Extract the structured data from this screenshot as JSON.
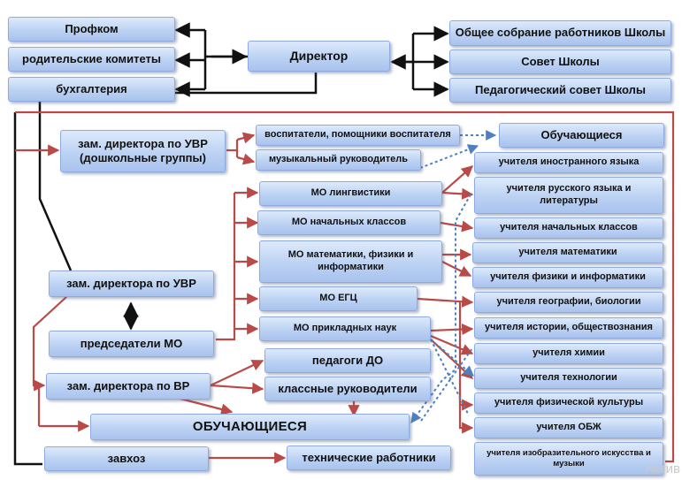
{
  "nodes": {
    "profkom": "Профком",
    "parent_committees": "родительские комитеты",
    "accounting": "бухгалтерия",
    "director": "Директор",
    "general_meeting": "Общее собрание работников Школы",
    "school_council": "Совет Школы",
    "pedagogical_council": "Педагогический совет Школы",
    "deputy_uvr_preschool": "зам. директора по УВР (дошкольные группы)",
    "caregivers": "воспитатели, помощники воспитателя",
    "music_director": "музыкальный руководитель",
    "students_top": "Обучающиеся",
    "mo_linguistics": "МО лингвистики",
    "mo_primary": "МО начальных классов",
    "mo_math": "МО математики, физики и информатики",
    "mo_egc": "МО ЕГЦ",
    "mo_applied": "МО прикладных наук",
    "deputy_uvr": "зам. директора по УВР",
    "mo_chairs": "председатели МО",
    "deputy_vr": "зам. директора по ВР",
    "teachers_do": "педагоги ДО",
    "class_teachers": "классные руководители",
    "students_main": "ОБУЧАЮЩИЕСЯ",
    "zavhoz": "завхоз",
    "tech_workers": "технические работники",
    "t_foreign": "учителя иностранного языка",
    "t_russian": "учителя русского языка и литературы",
    "t_primary": "учителя начальных классов",
    "t_math": "учителя математики",
    "t_physics": "учителя физики и информатики",
    "t_geo": "учителя географии, биологии",
    "t_history": "учителя истории, обществознания",
    "t_chem": "учителя химии",
    "t_tech": "учителя технологии",
    "t_pe": "учителя физической культуры",
    "t_obzh": "учителя ОБЖ",
    "t_art": "учителя изобразительного искусства и музыки"
  },
  "watermark": "Актив",
  "colors": {
    "black": "#111111",
    "red": "#b94a48",
    "dotted": "#4f7fbf"
  }
}
